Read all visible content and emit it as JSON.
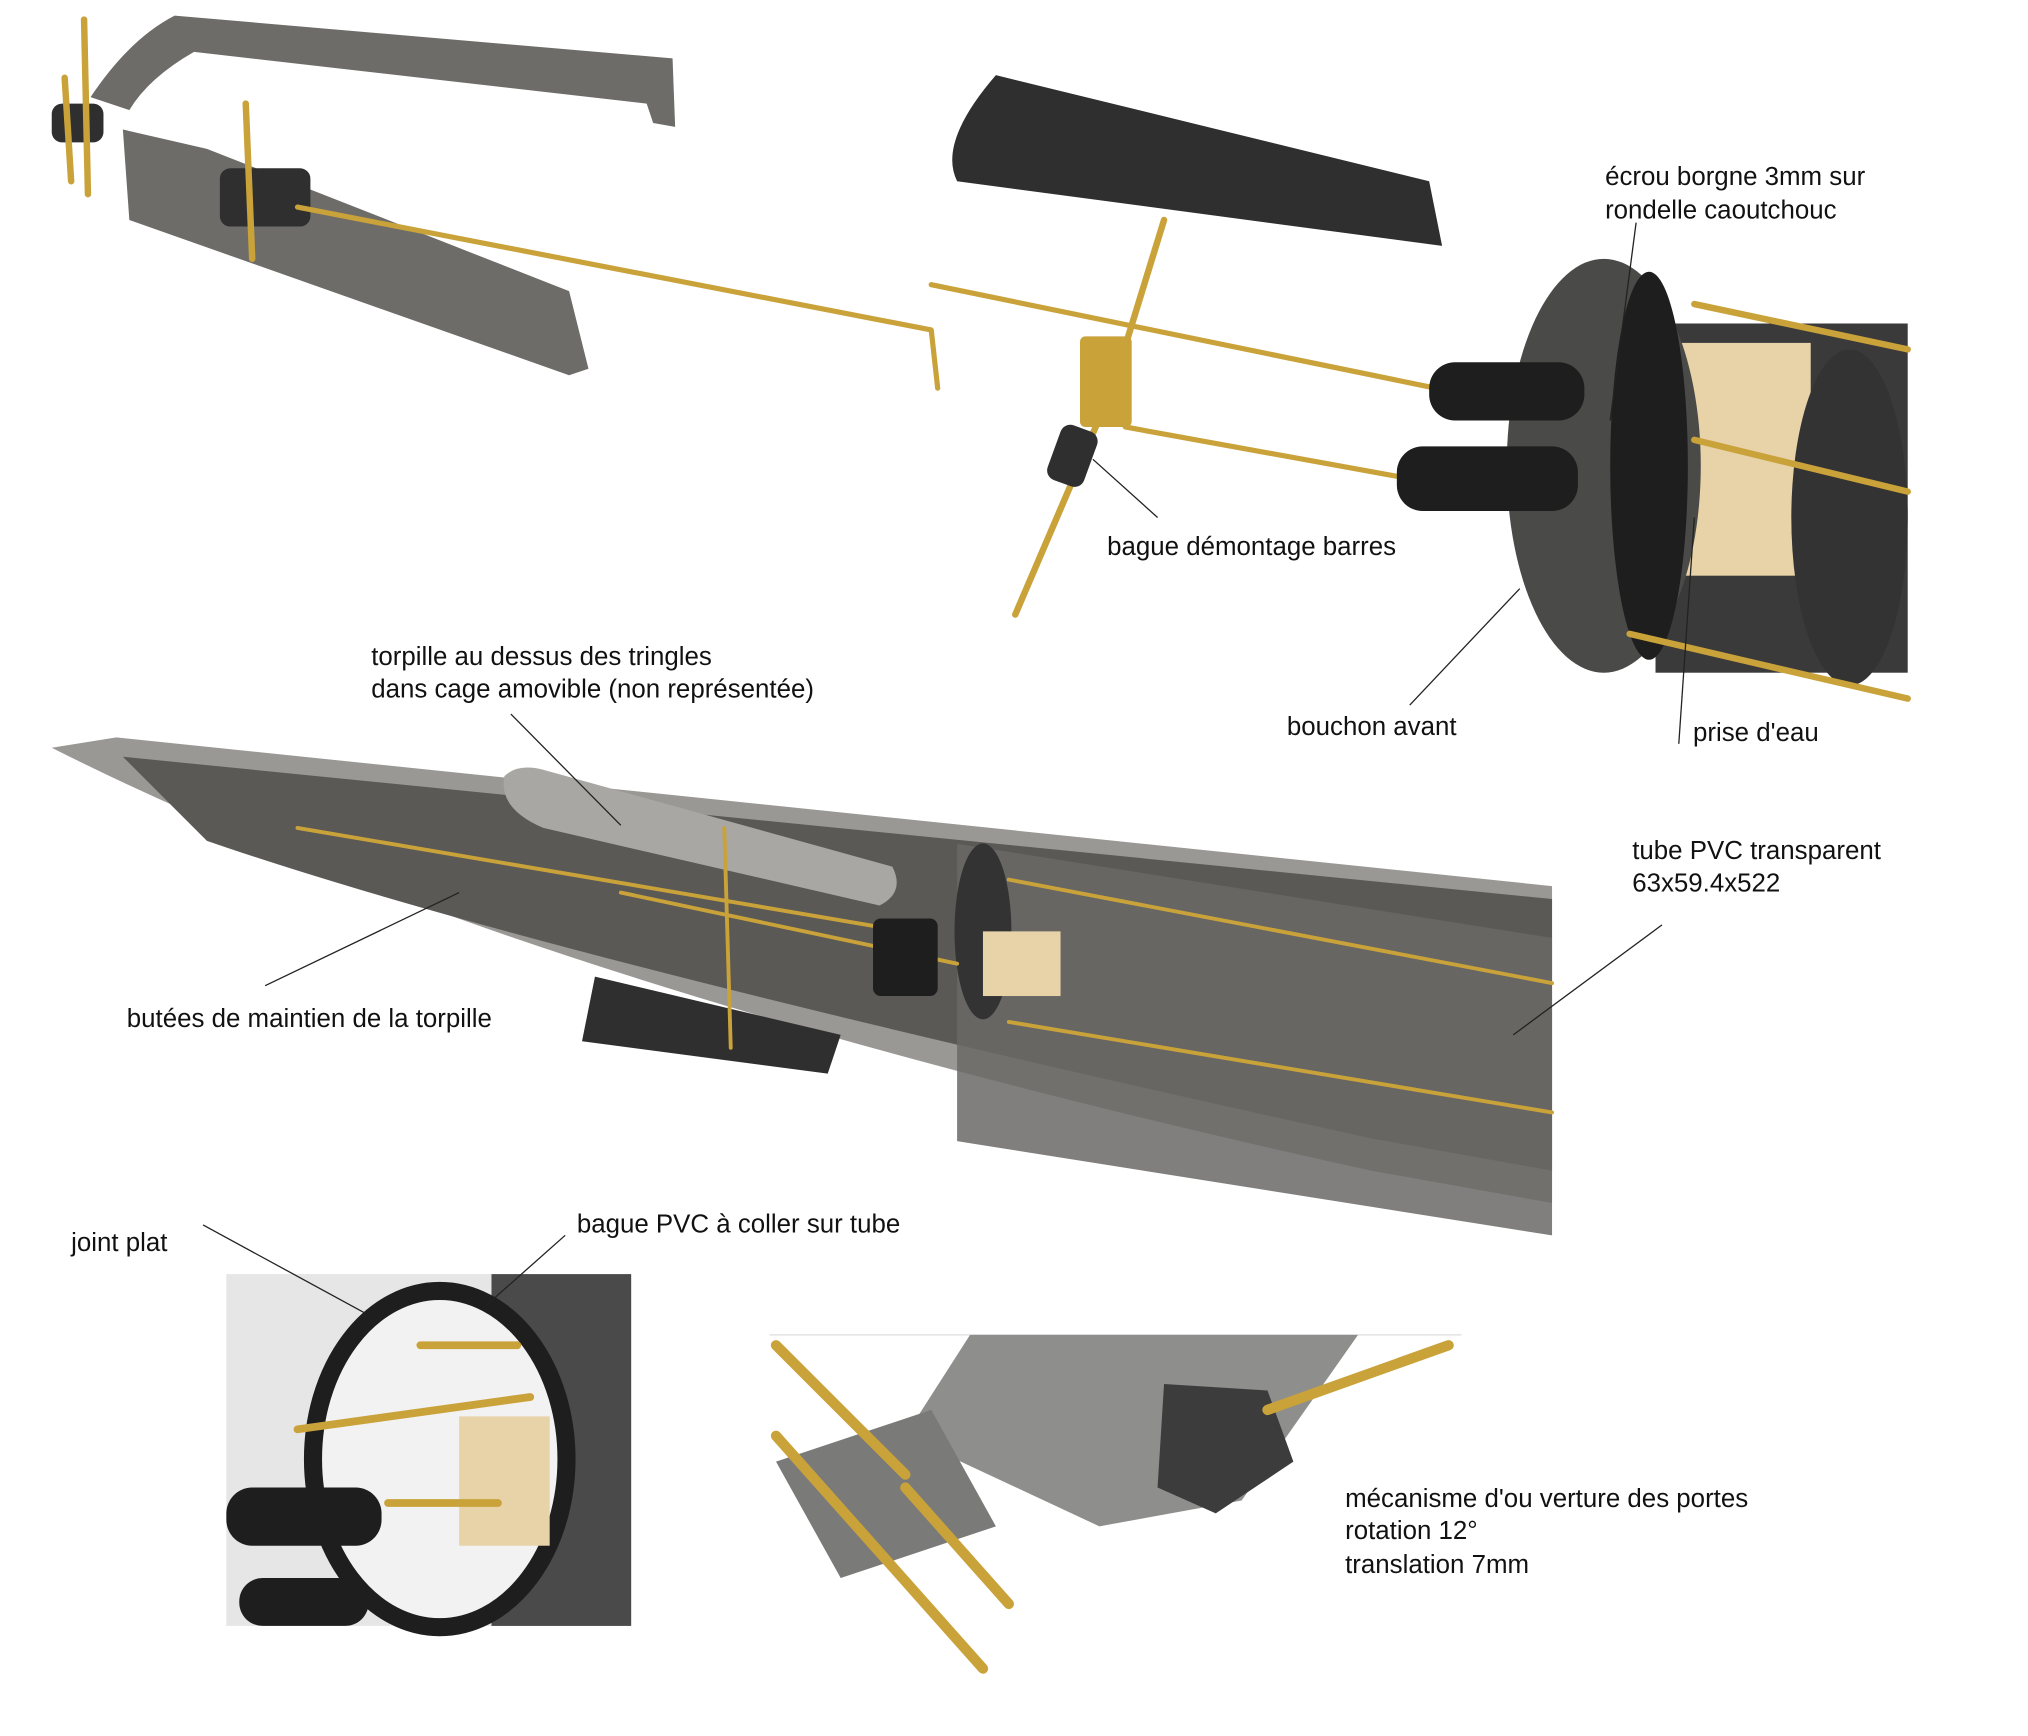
{
  "labels": {
    "ecrou": [
      "écrou borgne 3mm sur",
      "rondelle caoutchouc"
    ],
    "bague_demontage": "bague démontage barres",
    "torpille": [
      "torpille au dessus des tringles",
      "dans cage amovible (non représentée)"
    ],
    "bouchon": "bouchon avant",
    "prise": "prise d'eau",
    "tube": [
      "tube PVC transparent",
      "63x59.4x522"
    ],
    "butees": "butées de maintien de la torpille",
    "joint": "joint plat",
    "bague_pvc": "bague PVC à coller sur tube",
    "mecanisme": [
      "mécanisme d'ou verture des portes",
      "rotation 12°",
      "translation 7mm"
    ]
  },
  "colors": {
    "brass": "#c9a23a",
    "hull": "#8a8884",
    "rubber": "#1e1e1e",
    "pvc": "#e8d2a8"
  }
}
